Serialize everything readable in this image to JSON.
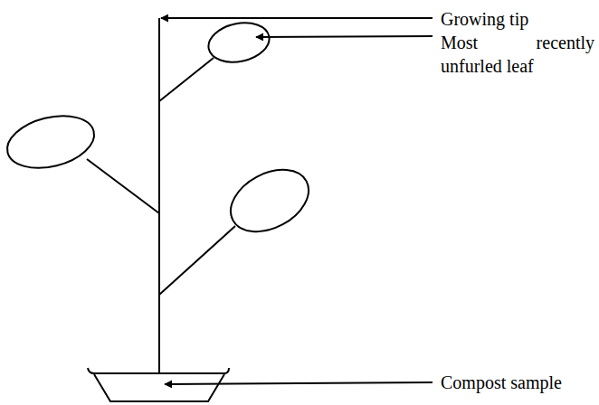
{
  "diagram": {
    "labels": [
      "Growing tip",
      "Most recently unfurled leaf",
      "Compost sample"
    ]
  }
}
